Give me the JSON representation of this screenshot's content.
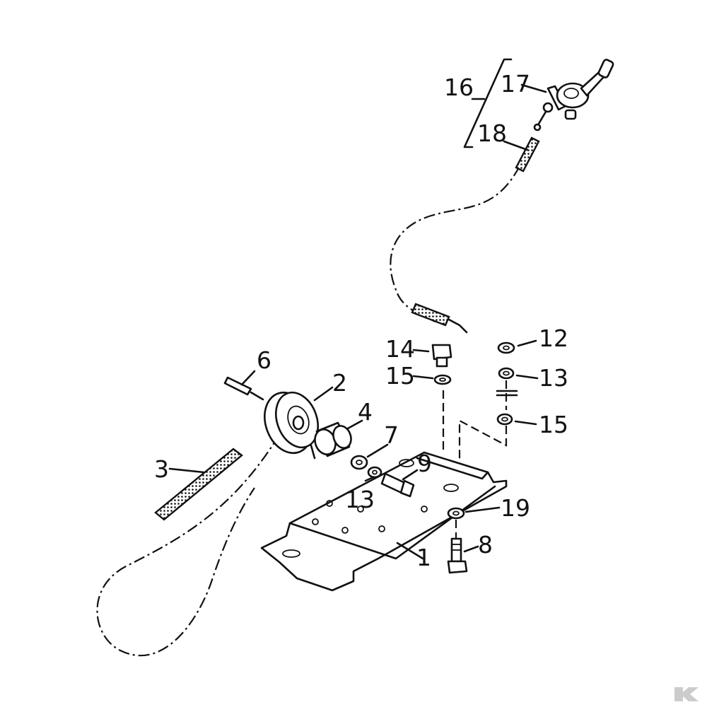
{
  "labels": {
    "p1": "1",
    "p2": "2",
    "p3": "3",
    "p4": "4",
    "p6": "6",
    "p7": "7",
    "p8": "8",
    "p9": "9",
    "p12": "12",
    "p13a": "13",
    "p13b": "13",
    "p14": "14",
    "p15a": "15",
    "p15b": "15",
    "p16": "16",
    "p17": "17",
    "p18": "18",
    "p19": "19"
  },
  "watermark": {
    "logo": "K",
    "color": "#cccccc"
  }
}
